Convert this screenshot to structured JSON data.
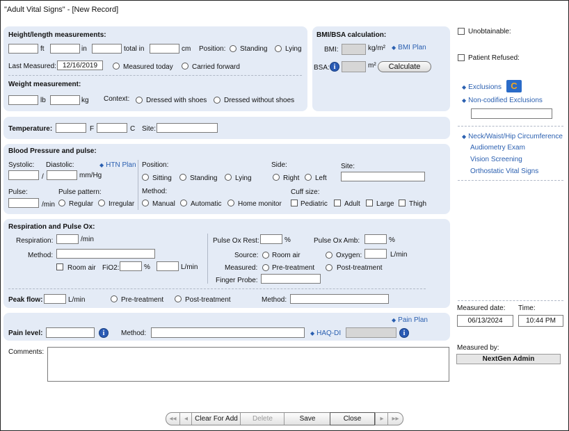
{
  "window": {
    "title": "\"Adult Vital Signs\" - [New Record]"
  },
  "height": {
    "section_label": "Height/length measurements:",
    "ft_unit": "ft",
    "in_unit": "in",
    "total_label": "total in",
    "cm_unit": "cm",
    "position_label": "Position:",
    "standing": "Standing",
    "lying": "Lying",
    "last_measured_label": "Last Measured:",
    "last_measured_value": "12/16/2019",
    "measured_today": "Measured today",
    "carried_forward": "Carried forward"
  },
  "weight": {
    "section_label": "Weight measurement:",
    "lb_unit": "lb",
    "kg_unit": "kg",
    "context_label": "Context:",
    "with_shoes": "Dressed with shoes",
    "without_shoes": "Dressed without shoes"
  },
  "bmi": {
    "section_label": "BMI/BSA calculation:",
    "bmi_label": "BMI:",
    "bmi_unit": "kg/m²",
    "bmi_plan": "BMI Plan",
    "bsa_label": "BSA:",
    "bsa_unit": "m²",
    "calculate": "Calculate"
  },
  "temperature": {
    "label": "Temperature:",
    "f_unit": "F",
    "c_unit": "C",
    "site_label": "Site:"
  },
  "bp": {
    "section_label": "Blood Pressure and pulse:",
    "systolic": "Systolic:",
    "diastolic": "Diastolic:",
    "slash": "/",
    "mmhg": "mm/Hg",
    "htn_plan": "HTN Plan",
    "position_label": "Position:",
    "sitting": "Sitting",
    "standing": "Standing",
    "lying": "Lying",
    "side_label": "Side:",
    "right": "Right",
    "left": "Left",
    "site_label": "Site:",
    "pulse_label": "Pulse:",
    "per_min": "/min",
    "pattern_label": "Pulse pattern:",
    "regular": "Regular",
    "irregular": "Irregular",
    "method_label": "Method:",
    "manual": "Manual",
    "automatic": "Automatic",
    "home_monitor": "Home monitor",
    "cuff_label": "Cuff size:",
    "pediatric": "Pediatric",
    "adult": "Adult",
    "large": "Large",
    "thigh": "Thigh"
  },
  "resp": {
    "section_label": "Respiration and Pulse Ox:",
    "respiration_label": "Respiration:",
    "per_min": "/min",
    "method_label": "Method:",
    "room_air": "Room air",
    "fio2_label": "FiO2:",
    "percent": "%",
    "lpm": "L/min",
    "pulse_ox_rest": "Pulse Ox Rest:",
    "pulse_ox_amb": "Pulse Ox Amb:",
    "source_label": "Source:",
    "oxygen": "Oxygen:",
    "measured_label": "Measured:",
    "pre_treatment": "Pre-treatment",
    "post_treatment": "Post-treatment",
    "finger_probe": "Finger Probe:",
    "peak_flow": "Peak flow:",
    "peak_method": "Method:"
  },
  "pain": {
    "pain_plan": "Pain Plan",
    "pain_level": "Pain level:",
    "method_label": "Method:",
    "haq_di": "HAQ-DI"
  },
  "comments": {
    "label": "Comments:"
  },
  "right_panel": {
    "unobtainable": "Unobtainable:",
    "patient_refused": "Patient Refused:",
    "exclusions": "Exclusions",
    "non_codified": "Non-codified Exclusions",
    "links": [
      "Neck/Waist/Hip Circumference",
      "Audiometry Exam",
      "Vision Screening",
      "Orthostatic Vital Signs"
    ],
    "measured_date_label": "Measured date:",
    "measured_date": "06/13/2024",
    "time_label": "Time:",
    "time": "10:44 PM",
    "measured_by_label": "Measured by:",
    "measured_by": "NextGen Admin"
  },
  "toolbar": {
    "first": "◂◂",
    "prev": "◂",
    "clear_for_add": "Clear For Add",
    "delete": "Delete",
    "save": "Save",
    "close": "Close",
    "next": "▸",
    "last": "▸▸"
  },
  "colors": {
    "panel": "#e4ebf6",
    "link": "#2a5fb0",
    "info": "#2a5bb5"
  }
}
